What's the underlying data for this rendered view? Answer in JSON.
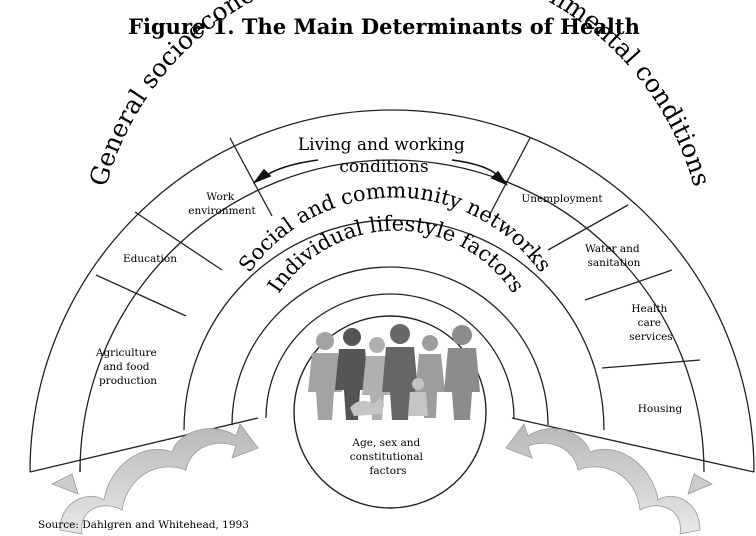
{
  "title": "Figure 1. The Main Determinants of Health",
  "layers": {
    "outer": "General socioeconomic, cultural and environmental conditions",
    "living": [
      "Living and working",
      "conditions"
    ],
    "social": "Social and community networks",
    "individual": "Individual lifestyle factors",
    "core": [
      "Age, sex and",
      "constitutional",
      "factors"
    ]
  },
  "sectors": {
    "agriculture": [
      "Agriculture",
      "and food",
      "production"
    ],
    "education": [
      "Education"
    ],
    "work": [
      "Work",
      "environment"
    ],
    "unemployment": [
      "Unemployment"
    ],
    "water": [
      "Water and",
      "sanitation"
    ],
    "health": [
      "Health",
      "care",
      "services"
    ],
    "housing": [
      "Housing"
    ]
  },
  "source": "Source: Dahlgren and Whitehead, 1993",
  "icons": [
    "people-silhouettes-icon",
    "curved-arrow-icon",
    "feedback-arrows-icon"
  ],
  "colors": {
    "silhouette": "#9a9a9a",
    "silhouette_dark": "#555555",
    "ground_arrows": "#c8c8c8"
  }
}
